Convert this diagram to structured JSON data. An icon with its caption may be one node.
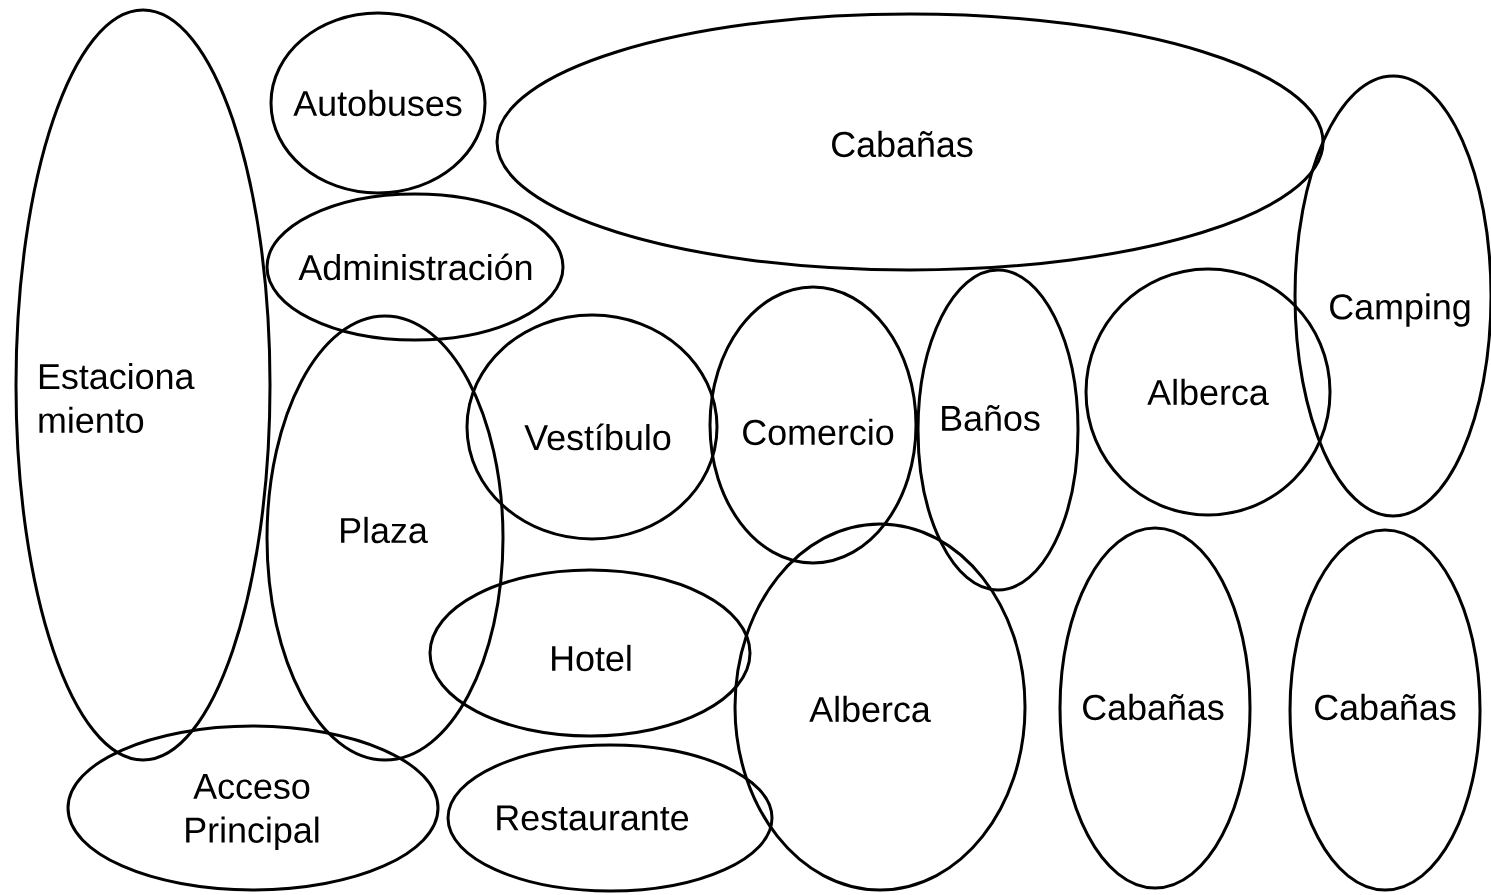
{
  "diagram": {
    "nodes": [
      {
        "text": [
          "Estaciona miento"
        ]
      },
      {
        "text": [
          "Autobuses"
        ]
      },
      {
        "text": [
          "Cabañas"
        ]
      },
      {
        "text": [
          "Administración"
        ]
      },
      {
        "text": [
          "Camping"
        ]
      },
      {
        "text": [
          "Plaza"
        ]
      },
      {
        "text": [
          "Vestíbulo"
        ]
      },
      {
        "text": [
          "Comercio"
        ]
      },
      {
        "text": [
          "Baños"
        ]
      },
      {
        "text": [
          "Alberca"
        ]
      },
      {
        "text": [
          "Hotel"
        ]
      },
      {
        "text": [
          "Alberca"
        ]
      },
      {
        "text": [
          "Cabañas"
        ]
      },
      {
        "text": [
          "Cabañas"
        ]
      },
      {
        "text": [
          "Acceso Principal"
        ]
      },
      {
        "text": [
          "Restaurante"
        ]
      }
    ]
  }
}
